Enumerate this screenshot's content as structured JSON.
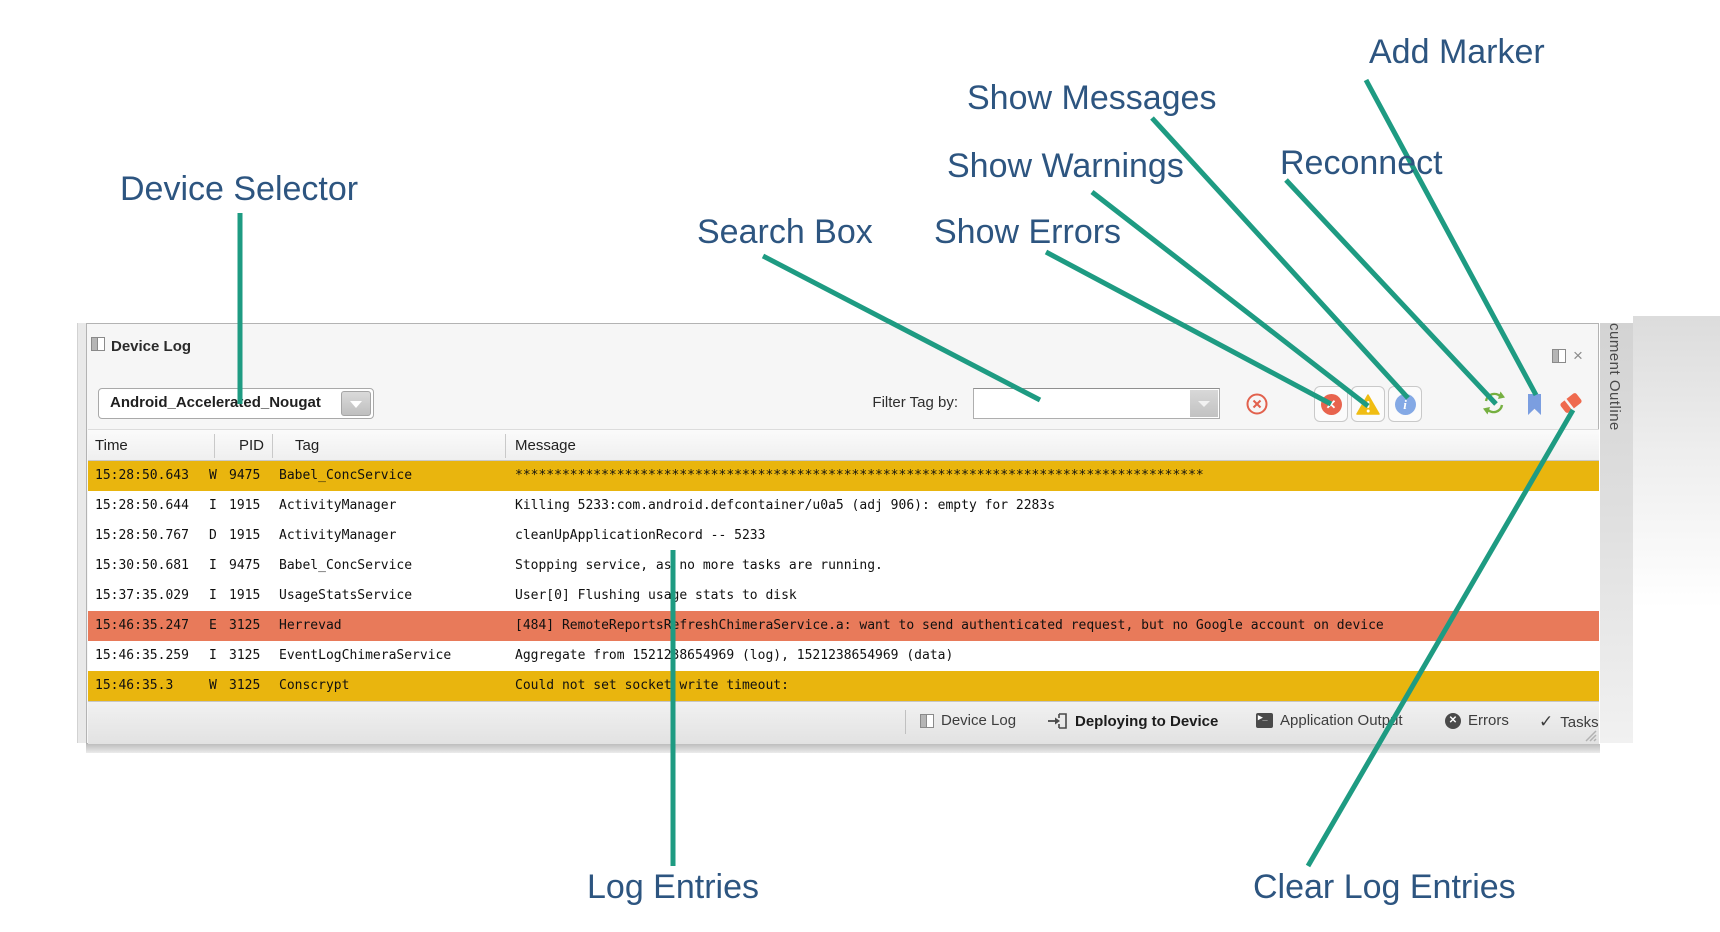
{
  "colors": {
    "annotation_text": "#2d5580",
    "annotation_arrow": "#1e9b82",
    "warning_row": "#e9b50e",
    "error_row": "#e87a5a",
    "show_errors_icon": "#e8644e",
    "show_warnings_icon": "#f0bd13",
    "show_messages_icon": "#84a9e5",
    "reconnect_icon": "#76b041",
    "add_marker_icon": "#7b9ee0",
    "clear_log_icon": "#ef6a4e"
  },
  "icons": {
    "close_glyph": "×",
    "check_glyph": "✓",
    "terminal_glyph": "▸_"
  },
  "annotations": [
    {
      "text": "Device Selector"
    },
    {
      "text": "Search Box"
    },
    {
      "text": "Show Errors"
    },
    {
      "text": "Show Warnings"
    },
    {
      "text": "Show Messages"
    },
    {
      "text": "Reconnect"
    },
    {
      "text": "Add Marker"
    },
    {
      "text": "Log Entries"
    },
    {
      "text": "Clear Log Entries"
    }
  ],
  "panel": {
    "title": "Device Log",
    "device_selector": {
      "value": "Android_Accelerated_Nougat"
    },
    "filter": {
      "label": "Filter Tag by:",
      "value": ""
    },
    "outline_sidebar": {
      "vertical_text": "cument Outline"
    },
    "table": {
      "columns": [
        "Time",
        "PID",
        "Tag",
        "Message"
      ],
      "rows": [
        {
          "time": "15:28:50.643",
          "level": "W",
          "pid": "9475",
          "tag": "Babel_ConcService",
          "message": "****************************************************************************************",
          "severity": "warning"
        },
        {
          "time": "15:28:50.644",
          "level": "I",
          "pid": "1915",
          "tag": "ActivityManager",
          "message": "Killing 5233:com.android.defcontainer/u0a5 (adj 906): empty for 2283s",
          "severity": "info"
        },
        {
          "time": "15:28:50.767",
          "level": "D",
          "pid": "1915",
          "tag": "ActivityManager",
          "message": "cleanUpApplicationRecord -- 5233",
          "severity": "info"
        },
        {
          "time": "15:30:50.681",
          "level": "I",
          "pid": "9475",
          "tag": "Babel_ConcService",
          "message": "Stopping service, as no more tasks are running.",
          "severity": "info"
        },
        {
          "time": "15:37:35.029",
          "level": "I",
          "pid": "1915",
          "tag": "UsageStatsService",
          "message": "User[0] Flushing usage stats to disk",
          "severity": "info"
        },
        {
          "time": "15:46:35.247",
          "level": "E",
          "pid": "3125",
          "tag": "Herrevad",
          "message": "[484] RemoteReportsRefreshChimeraService.a: want to send authenticated request, but no Google account on device",
          "severity": "error"
        },
        {
          "time": "15:46:35.259",
          "level": "I",
          "pid": "3125",
          "tag": "EventLogChimeraService",
          "message": "Aggregate from 1521238654969 (log), 1521238654969 (data)",
          "severity": "info"
        },
        {
          "time": "15:46:35.3",
          "level": "W",
          "pid": "3125",
          "tag": "Conscrypt",
          "message": "Could not set socket write timeout:",
          "severity": "warning"
        }
      ]
    },
    "status_bar": {
      "items": [
        {
          "label": "Device Log"
        },
        {
          "label": "Deploying to Device"
        },
        {
          "label": "Application Output"
        },
        {
          "label": "Errors"
        },
        {
          "label": "Tasks"
        }
      ]
    }
  }
}
